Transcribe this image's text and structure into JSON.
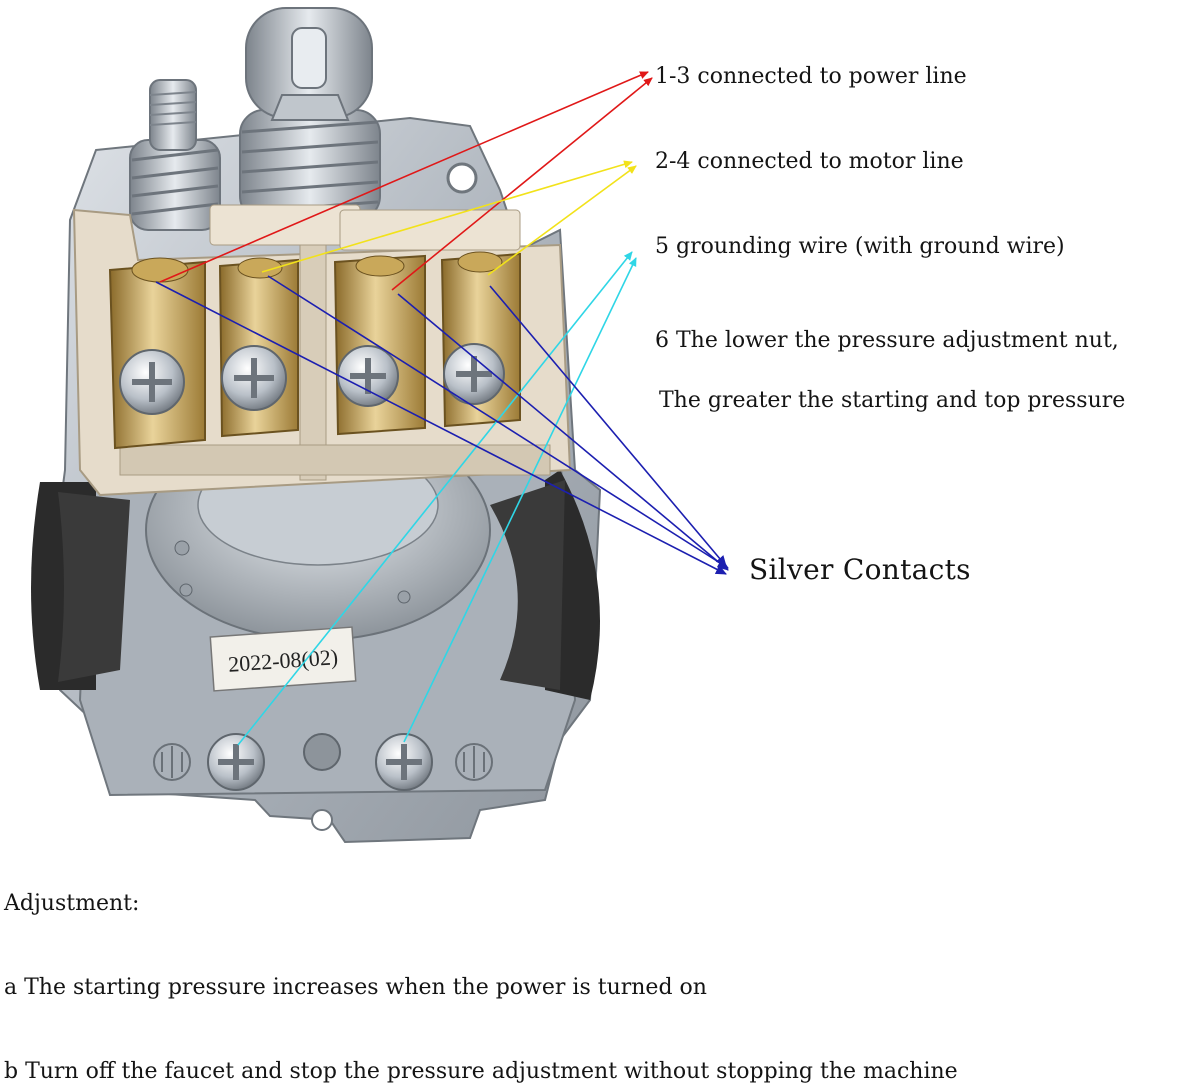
{
  "labels": {
    "power_line": "1-3 connected to power line",
    "motor_line": "2-4 connected to motor line",
    "grounding": "5 grounding wire (with ground wire)",
    "adjust_nut_1": "6 The lower the pressure adjustment nut,",
    "adjust_nut_2": "The greater the starting and top pressure",
    "silver_contacts": "Silver Contacts"
  },
  "stamp": "2022-08(02)",
  "adjustment": {
    "heading": "Adjustment:",
    "item_a": "a The starting pressure increases when the power is turned on",
    "item_b": "b Turn off the faucet and stop the pressure adjustment without stopping the machine"
  },
  "colors": {
    "power_arrow": "#e01818",
    "motor_arrow": "#f2e21a",
    "ground_arrow": "#2fd6e6",
    "contact_arrow": "#1c1fb0",
    "terminal_brass": "#c9a85a",
    "terminal_block": "#e6dccb",
    "housing_metal": "#b9bfc6",
    "rubber_grommet": "#2b2b2b"
  },
  "icons": [
    "screw-icon",
    "spring-icon",
    "ground-symbol-icon"
  ]
}
